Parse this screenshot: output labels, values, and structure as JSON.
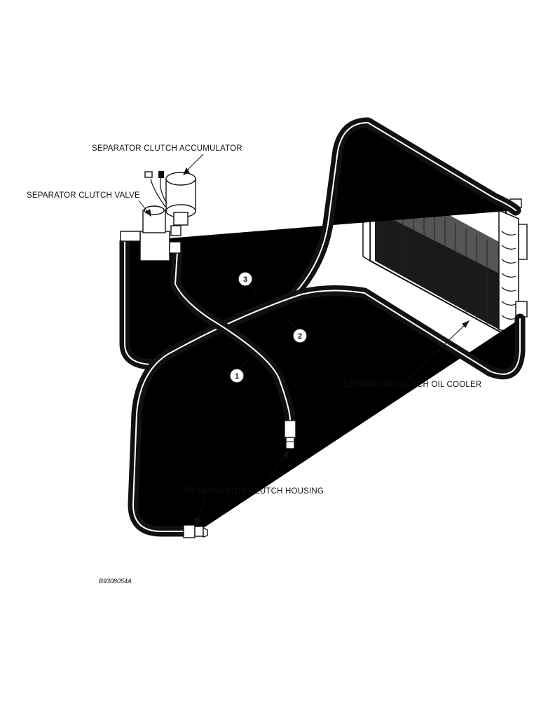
{
  "labels": {
    "accumulator": "SEPARATOR CLUTCH ACCUMULATOR",
    "valve": "SEPARATOR CLUTCH VALVE",
    "oil_cooler": "SEPARATOR CLUTCH OIL COOLER",
    "housing": "TO  SEPARATOR CLUTCH HOUSING"
  },
  "callouts": [
    {
      "id": "callout-1",
      "number": "1"
    },
    {
      "id": "callout-2",
      "number": "2"
    },
    {
      "id": "callout-3",
      "number": "3"
    }
  ],
  "figure_id": "B9308054A"
}
